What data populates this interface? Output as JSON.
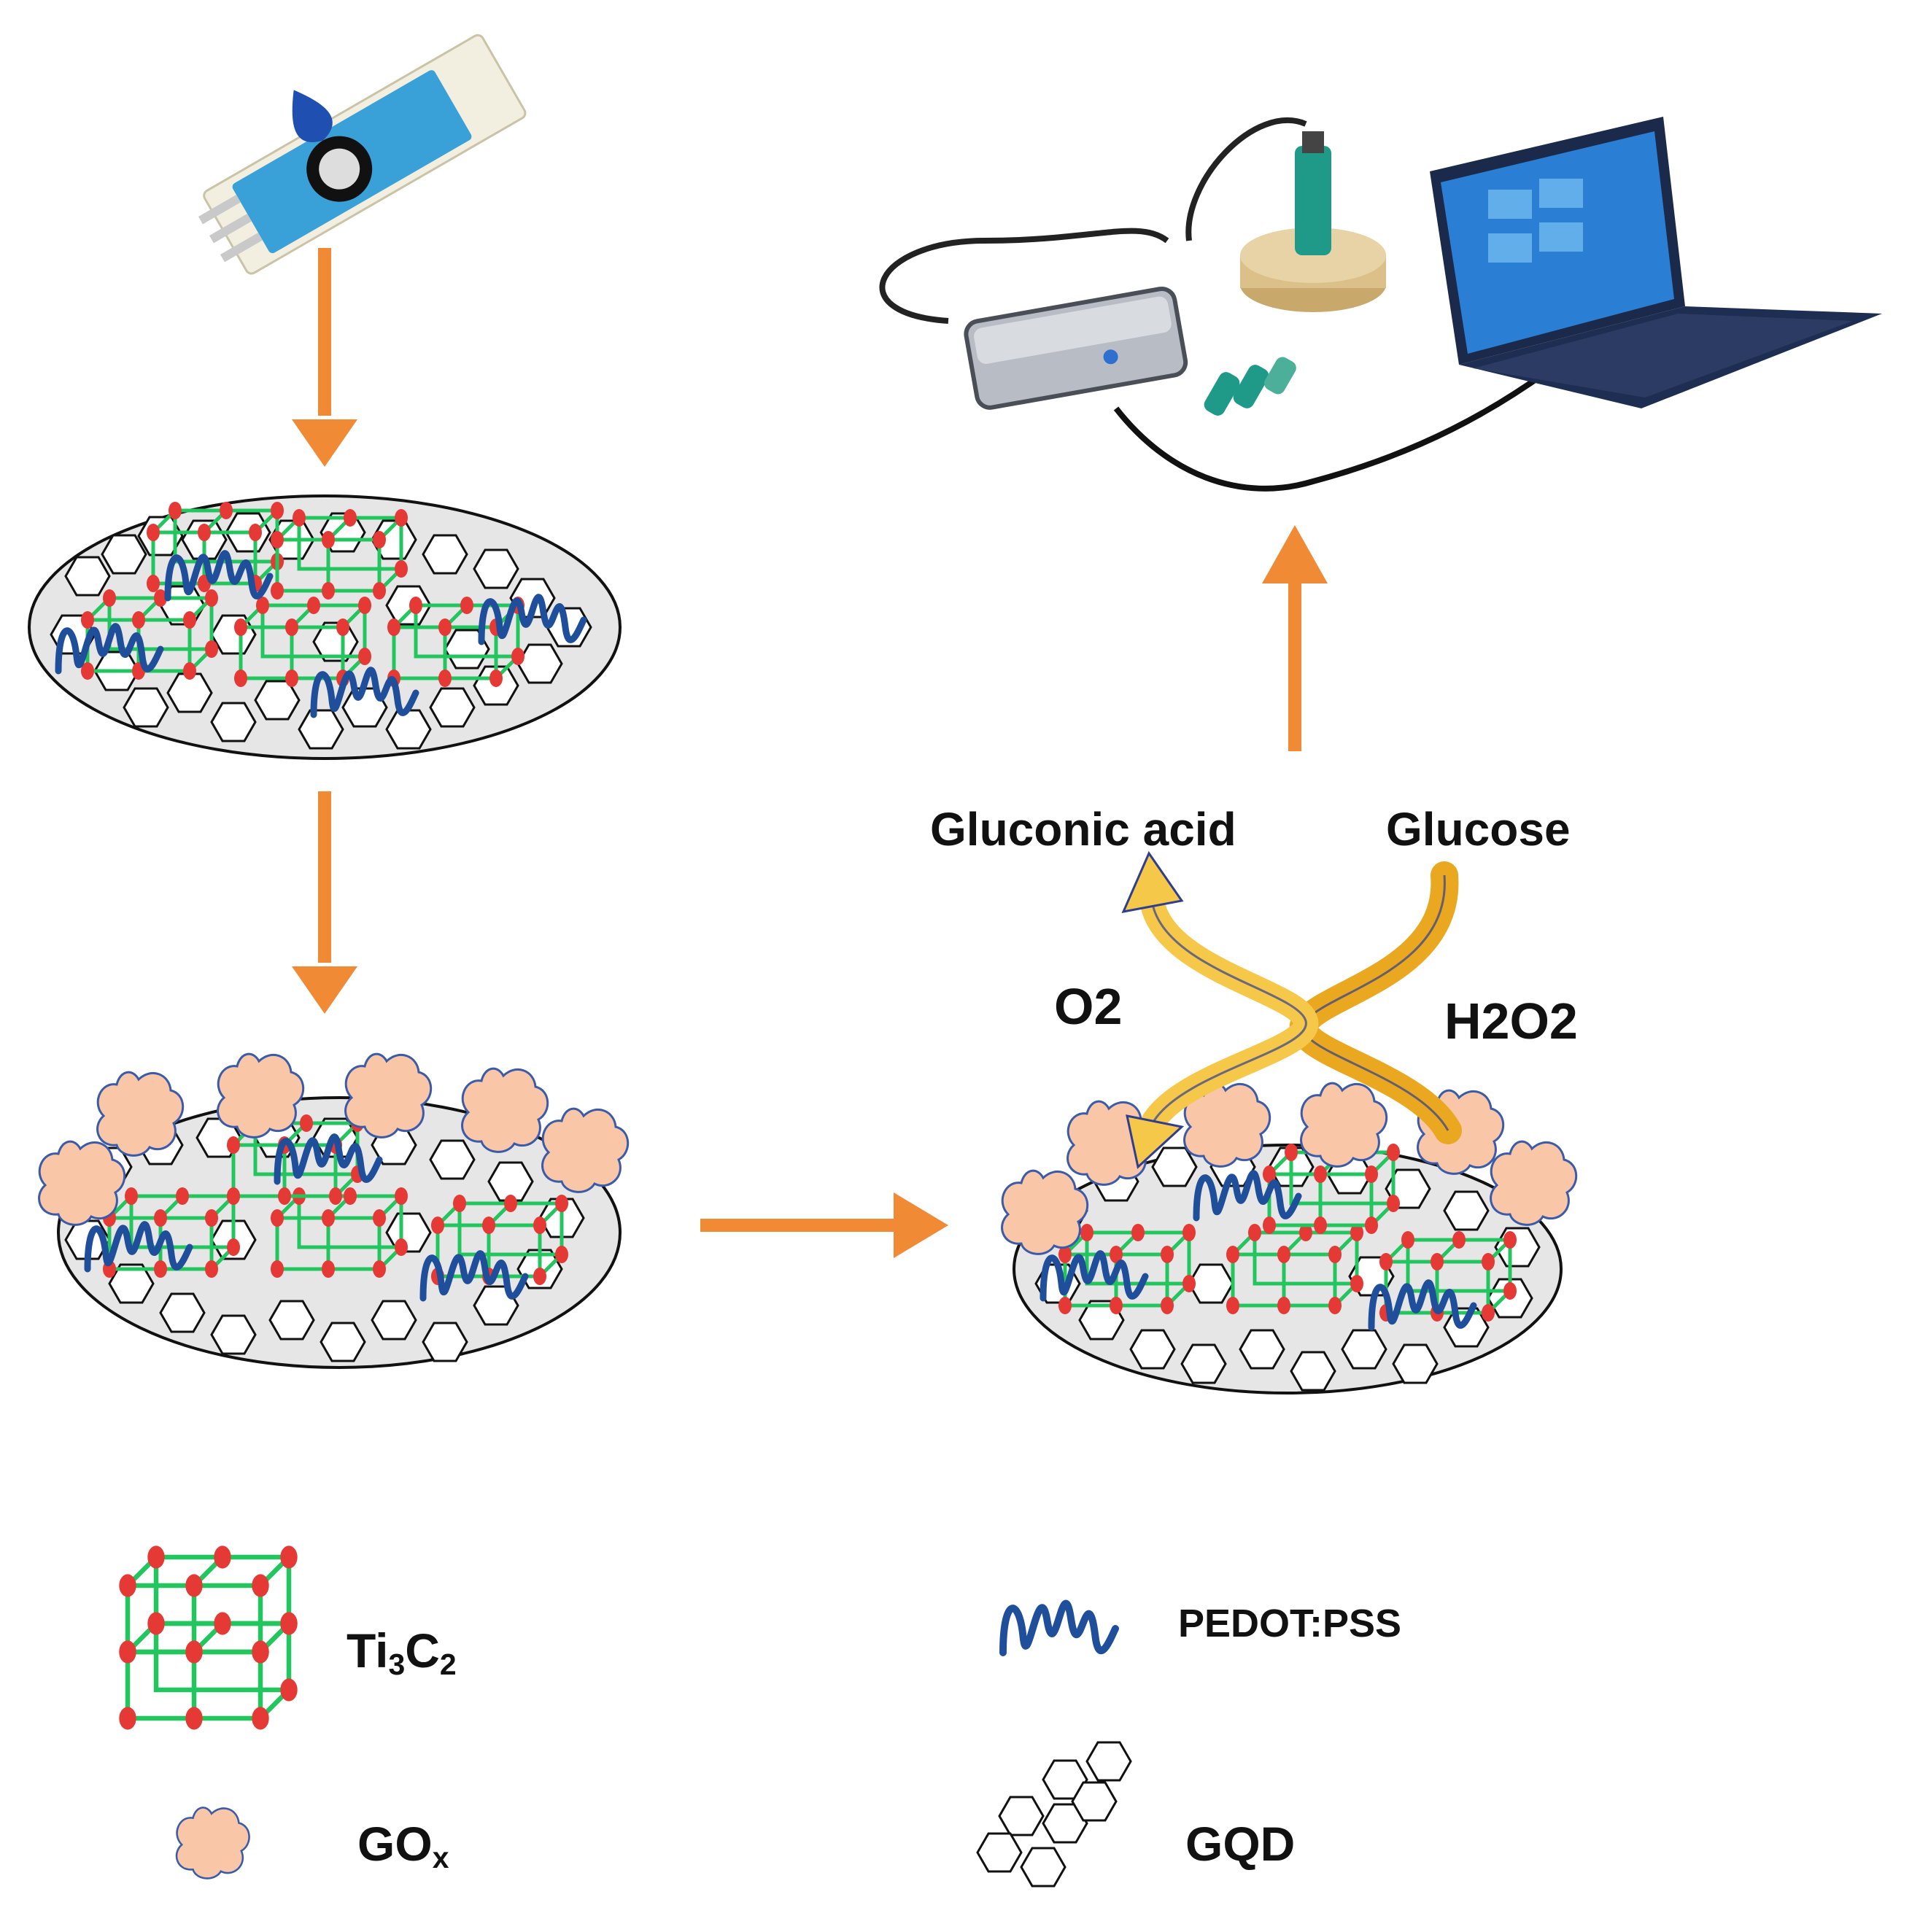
{
  "reaction": {
    "gluconic_acid": "Gluconic acid",
    "glucose": "Glucose",
    "o2": "O2",
    "h2o2": "H2O2"
  },
  "legend": {
    "ti3c2": {
      "main": "Ti",
      "sub1": "3",
      "mid": "C",
      "sub2": "2"
    },
    "gox": {
      "main": "GO",
      "sub": "x"
    },
    "pedot": "PEDOT:PSS",
    "gqd": "GQD"
  },
  "colors": {
    "arrow": "#f08a35",
    "curve_arrow": "#e9a820",
    "pedot": "#1f4e9a",
    "ti3c2_line": "#22c55e",
    "ti3c2_dot": "#e53935",
    "gox_fill": "#f9c6a8",
    "electrode": "#e6e6e6"
  }
}
